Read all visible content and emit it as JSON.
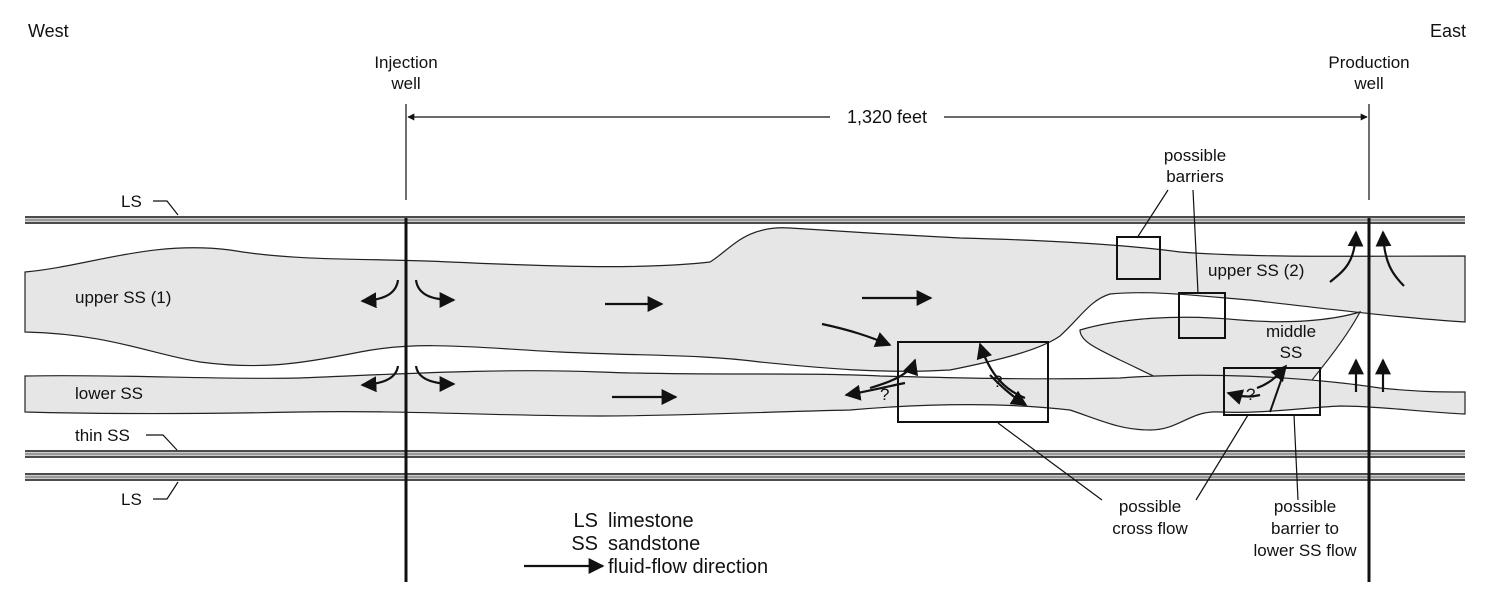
{
  "compass": {
    "west": "West",
    "east": "East"
  },
  "wells": {
    "injection": {
      "line1": "Injection",
      "line2": "well"
    },
    "production": {
      "line1": "Production",
      "line2": "well"
    }
  },
  "distance": {
    "label": "1,320 feet"
  },
  "layers": {
    "ls_top": "LS",
    "upper_ss_1": "upper SS (1)",
    "upper_ss_2": "upper SS (2)",
    "middle_ss": {
      "line1": "middle",
      "line2": "SS"
    },
    "lower_ss": "lower SS",
    "thin_ss": "thin SS",
    "ls_bottom": "LS"
  },
  "annotations": {
    "barriers": {
      "line1": "possible",
      "line2": "barriers"
    },
    "cross_flow": {
      "line1": "possible",
      "line2": "cross flow"
    },
    "barrier_lower": {
      "line1": "possible",
      "line2": "barrier to",
      "line3": "lower SS flow"
    },
    "uncertainty_mark": "?"
  },
  "legend": {
    "items": [
      {
        "code": "LS",
        "desc": "limestone"
      },
      {
        "code": "SS",
        "desc": "sandstone"
      },
      {
        "code": "",
        "desc": "fluid-flow direction"
      }
    ]
  },
  "colors": {
    "sandstone_fill": "#e6e6e6",
    "line": "#111111",
    "limestone_band": "#9a9a9a"
  }
}
